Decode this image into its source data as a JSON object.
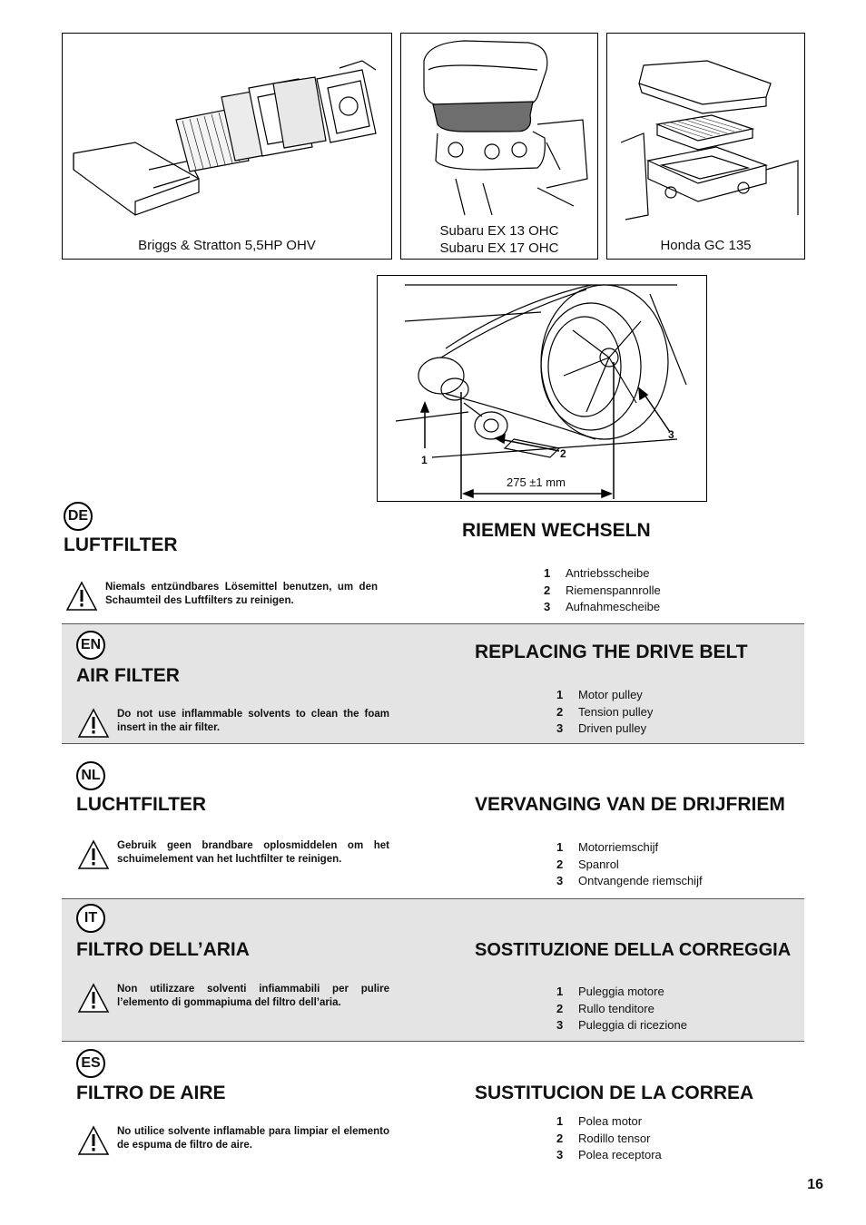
{
  "figures": {
    "briggs_caption": "Briggs & Stratton 5,5HP OHV",
    "subaru_caption": [
      "Subaru EX 13 OHC",
      "Subaru EX 17 OHC"
    ],
    "honda_caption": "Honda GC 135",
    "belt": {
      "label1": "1",
      "label2": "2",
      "label3": "3",
      "measure": "275  ±1 mm"
    }
  },
  "sections": [
    {
      "code": "DE",
      "filter_title": "LUFTFILTER",
      "warning": "Niemals entzündbares Lösemittel benutzen, um den Schaumteil des Luftfilters zu reinigen.",
      "belt_title": "RIEMEN WECHSELN",
      "parts": [
        {
          "num": "1",
          "label": "Antriebsscheibe"
        },
        {
          "num": "2",
          "label": "Riemenspannrolle"
        },
        {
          "num": "3",
          "label": "Aufnahmescheibe"
        }
      ]
    },
    {
      "code": "EN",
      "filter_title": "AIR FILTER",
      "warning": "Do not use inflammable solvents to clean the foam insert in the air filter.",
      "belt_title": "REPLACING THE DRIVE BELT",
      "parts": [
        {
          "num": "1",
          "label": "Motor pulley"
        },
        {
          "num": "2",
          "label": "Tension pulley"
        },
        {
          "num": "3",
          "label": "Driven pulley"
        }
      ]
    },
    {
      "code": "NL",
      "filter_title": "LUCHTFILTER",
      "warning": "Gebruik geen brandbare oplosmiddelen om het schuimelement van het luchtfilter te reinigen.",
      "belt_title": "VERVANGING VAN DE DRIJFRIEM",
      "parts": [
        {
          "num": "1",
          "label": "Motorriemschijf"
        },
        {
          "num": "2",
          "label": "Spanrol"
        },
        {
          "num": "3",
          "label": "Ontvangende riemschijf"
        }
      ]
    },
    {
      "code": "IT",
      "filter_title": "FILTRO DELL’ARIA",
      "warning": "Non utilizzare solventi infiammabili per pulire l’elemento di gommapiuma del filtro dell’aria.",
      "belt_title": "SOSTITUZIONE DELLA CORREGGIA",
      "parts": [
        {
          "num": "1",
          "label": "Puleggia motore"
        },
        {
          "num": "2",
          "label": "Rullo tenditore"
        },
        {
          "num": "3",
          "label": "Puleggia di ricezione"
        }
      ]
    },
    {
      "code": "ES",
      "filter_title": "FILTRO DE AIRE",
      "warning": "No utilice solvente inflamable para limpiar el elemento de espuma de filtro de aire.",
      "belt_title": "SUSTITUCION DE LA CORREA",
      "parts": [
        {
          "num": "1",
          "label": "Polea motor"
        },
        {
          "num": "2",
          "label": "Rodillo tensor"
        },
        {
          "num": "3",
          "label": "Polea receptora"
        }
      ]
    }
  ],
  "page_number": "16"
}
